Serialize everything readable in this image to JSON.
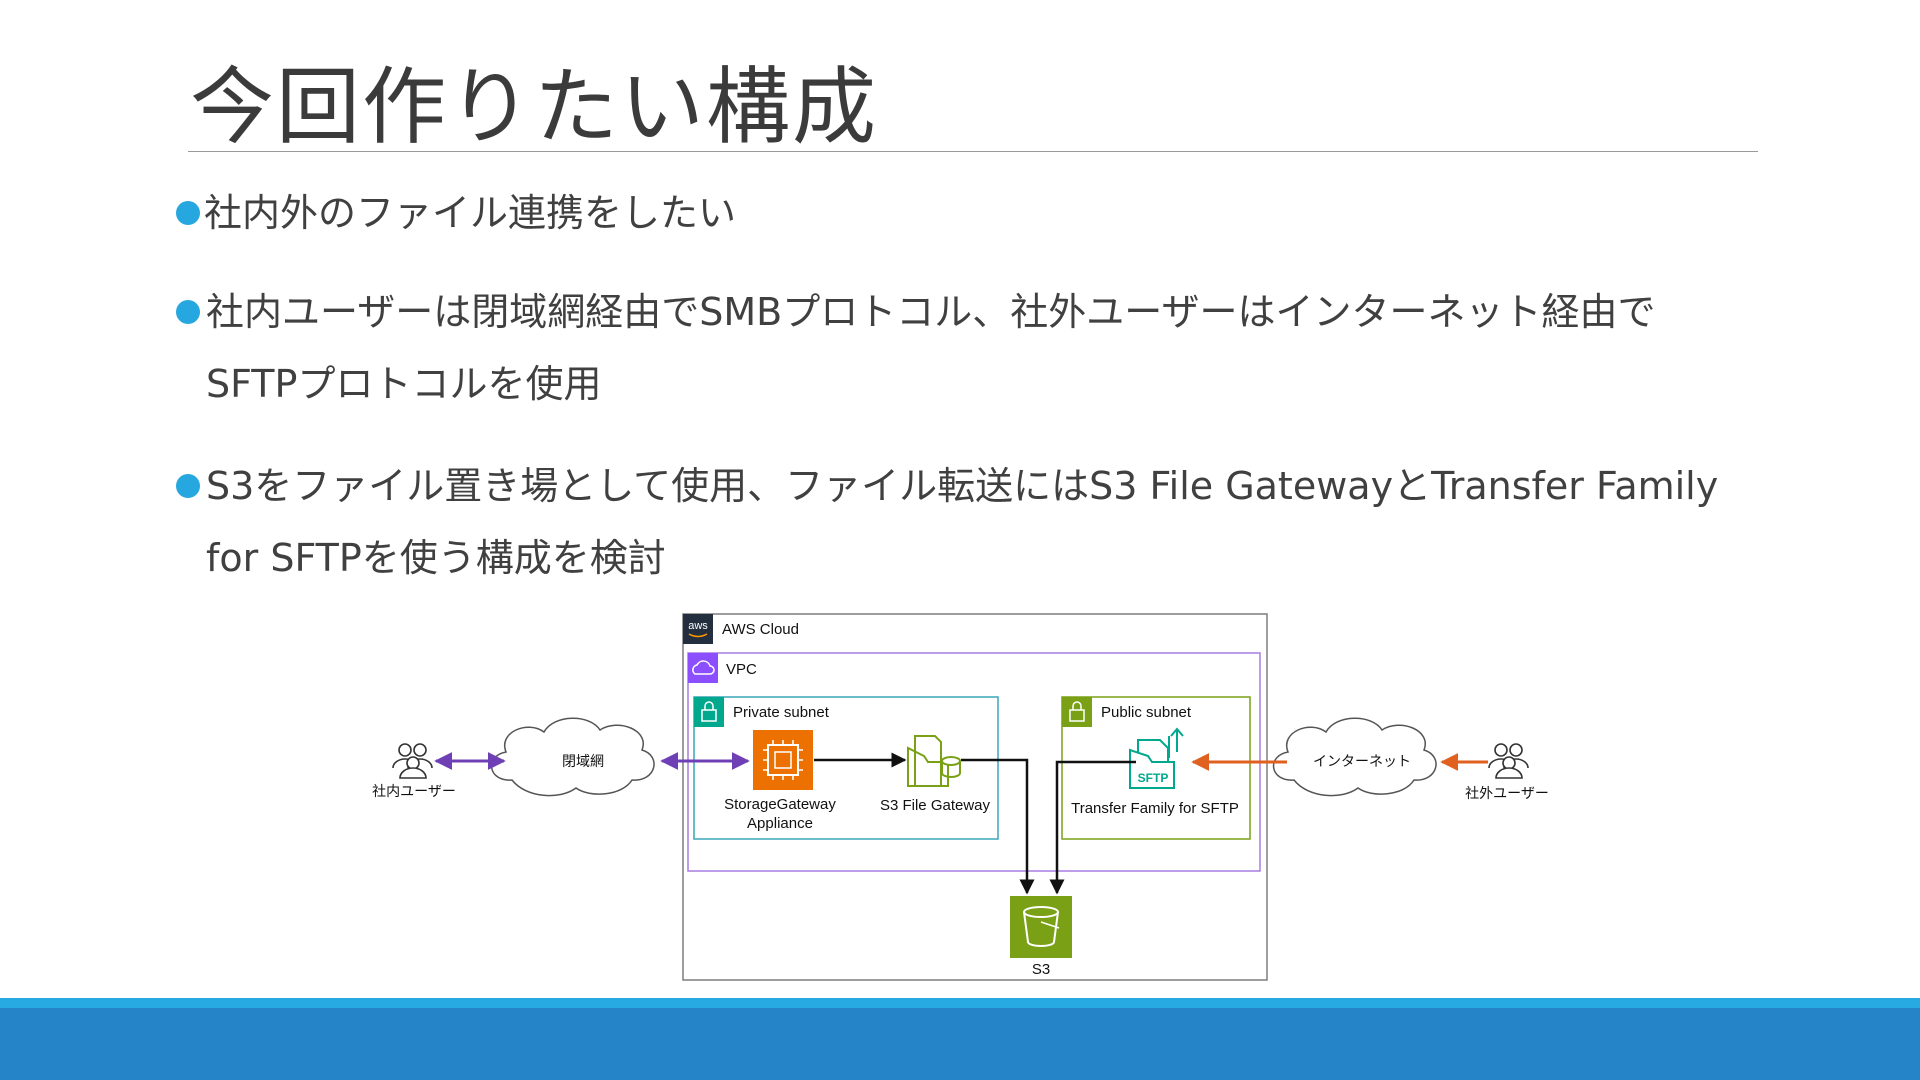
{
  "slide": {
    "title": "今回作りたい構成",
    "bullets": [
      "社内外のファイル連携をしたい",
      "社内ユーザーは閉域網経由でSMBプロトコル、社外ユーザーはインターネット経由でSFTPプロトコルを使用",
      "S3をファイル置き場として使用、ファイル転送にはS3 File GatewayとTransfer Family for SFTPを使う構成を検討"
    ]
  },
  "diagram": {
    "aws_cloud_label": "AWS Cloud",
    "aws_logo_text": "aws",
    "vpc_label": "VPC",
    "private_subnet_label": "Private subnet",
    "public_subnet_label": "Public subnet",
    "internal_user_label": "社内ユーザー",
    "external_user_label": "社外ユーザー",
    "closed_network_label": "閉域網",
    "internet_label": "インターネット",
    "storage_gateway_label_line1": "StorageGateway",
    "storage_gateway_label_line2": "Appliance",
    "s3_file_gateway_label": "S3 File Gateway",
    "transfer_family_label": "Transfer Family for SFTP",
    "sftp_icon_text": "SFTP",
    "s3_label": "S3",
    "colors": {
      "aws_cloud_border": "#7d7d7d",
      "vpc_border": "#a87de0",
      "private_subnet_border": "#3aa5b8",
      "public_subnet_border": "#7aa116",
      "storage_gateway": "#ed7100",
      "s3": "#7aa116",
      "transfer_family": "#01a88d",
      "internal_arrow": "#6f3fb5",
      "external_arrow": "#e0611f"
    }
  }
}
